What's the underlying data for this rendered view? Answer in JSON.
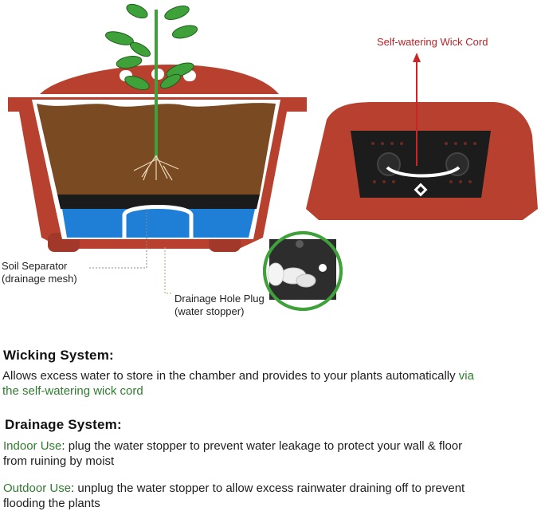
{
  "labels": {
    "wick_cord": "Self-watering Wick Cord",
    "soil_separator_line1": "Soil Separator",
    "soil_separator_line2": "(drainage mesh)",
    "plug_line1": "Drainage Hole Plug",
    "plug_line2": "(water stopper)"
  },
  "wicking": {
    "title": "Wicking System:",
    "text_main": "Allows excess water to store in the chamber and provides to your plants automatically ",
    "text_green_1": "via",
    "text_green_2": "the self-watering wick cord"
  },
  "drainage": {
    "title": "Drainage System:",
    "indoor_label": "Indoor Use",
    "indoor_text_1": ": plug the water stopper to prevent water leakage to protect your wall & floor",
    "indoor_text_2": "from ruining by moist",
    "outdoor_label": "Outdoor Use",
    "outdoor_text_1": ": unplug the water stopper to allow excess rainwater draining off to prevent",
    "outdoor_text_2": "flooding the plants"
  },
  "colors": {
    "pot_red": "#b8402e",
    "soil_brown": "#7a4a23",
    "water_blue": "#1f7fd6",
    "wick_label_red": "#b3262a",
    "green_text": "#2f7d2f"
  }
}
